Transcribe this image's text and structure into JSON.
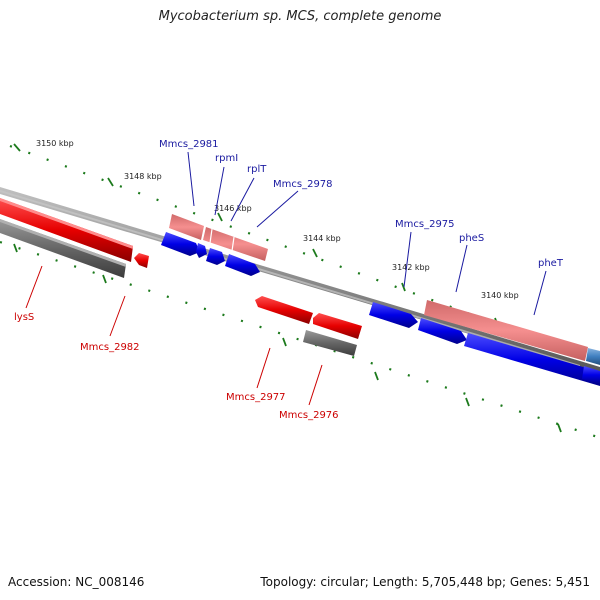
{
  "title": "Mycobacterium sp. MCS, complete genome",
  "footer": {
    "accession": "Accession: NC_008146",
    "summary": "Topology: circular; Length: 5,705,448 bp; Genes: 5,451"
  },
  "colors": {
    "forward_gene": "#0000e6",
    "reverse_gene": "#e60000",
    "forward_label": "#1a1aa0",
    "reverse_label": "#cc0000",
    "rna": "#f08c8c",
    "pseudo": "#666666",
    "tick": "#1c7a1c",
    "backbone": "#888888"
  },
  "scale_labels": [
    "3150 kbp",
    "3148 kbp",
    "3146 kbp",
    "3144 kbp",
    "3142 kbp",
    "3140 kbp"
  ],
  "gene_labels": {
    "forward": [
      "Mmcs_2981",
      "rpmI",
      "rplT",
      "Mmcs_2978",
      "Mmcs_2975",
      "pheS",
      "pheT"
    ],
    "reverse": [
      "lysS",
      "Mmcs_2982",
      "Mmcs_2977",
      "Mmcs_2976"
    ]
  }
}
